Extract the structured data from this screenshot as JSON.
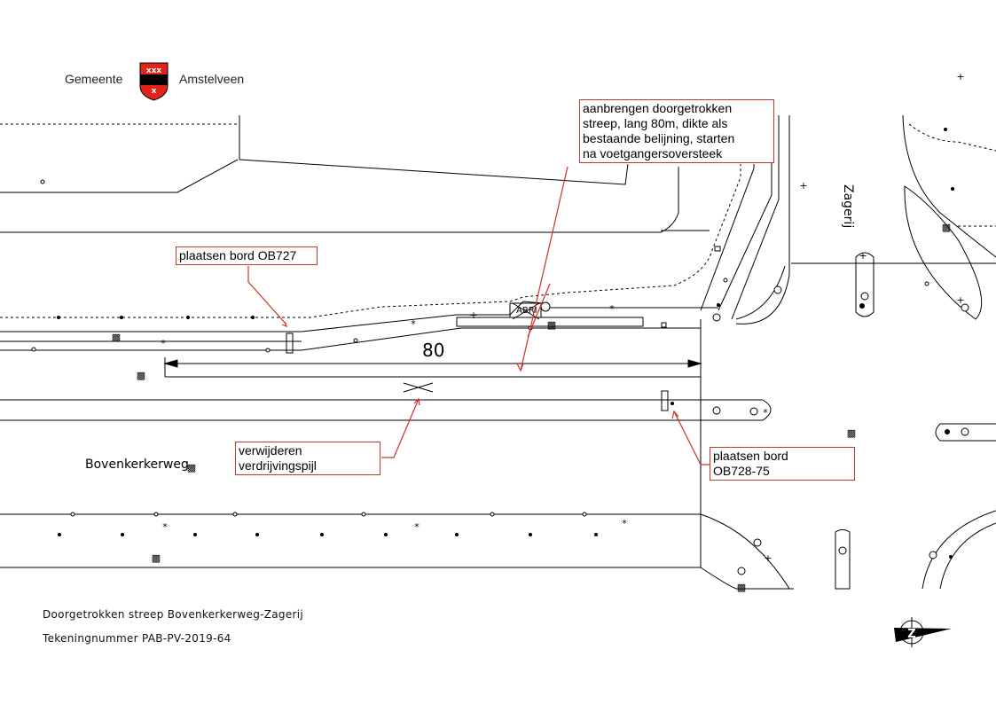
{
  "header": {
    "municipality_left": "Gemeente",
    "municipality_right": "Amstelveen"
  },
  "annotations": {
    "main_note": [
      "aanbrengen doorgetrokken",
      "streep, lang 80m, dikte als",
      "bestaande belijning, starten",
      "na voetgangersoversteek"
    ],
    "sign_left": "plaatsen bord OB727",
    "arrow_remove": [
      "verwijderen",
      "verdrijvingspijl"
    ],
    "sign_right": [
      "plaatsen bord",
      "OB728-75"
    ],
    "dimension": "80",
    "shelter": "ABRI"
  },
  "streets": {
    "main": "Bovenkerkerweg",
    "side": "Zagerij"
  },
  "footer": {
    "title": "Doorgetrokken streep Bovenkerkerweg-Zagerij",
    "drawing_number": "Tekeningnummer PAB-PV-2019-64"
  },
  "colors": {
    "annotation": "#d0302a",
    "line": "#000000",
    "crest_red": "#e2231a"
  },
  "north_arrow": {
    "letter": "Z"
  }
}
